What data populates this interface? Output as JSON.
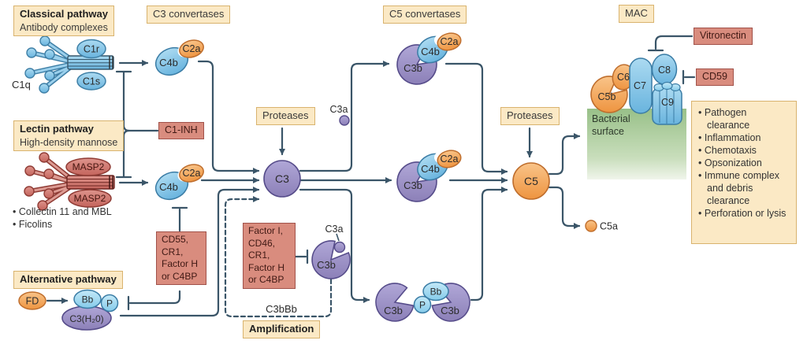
{
  "colors": {
    "label_bg": "#FBE9C5",
    "label_border": "#D9B36E",
    "inhibitor_bg": "#D98C7E",
    "inhibitor_border": "#A1524A",
    "blue": "#7FC2E5",
    "cyan": "#A5DCF2",
    "orange": "#F3A25F",
    "purple": "#968BC1",
    "red_structure": "#CE7A72",
    "arrow": "#3A5568",
    "surface_green": "#9CC48C"
  },
  "pathways": {
    "classical": {
      "title": "Classical pathway",
      "subtitle": "Antibody complexes"
    },
    "lectin": {
      "title": "Lectin pathway",
      "subtitle": "High-density mannose",
      "notes": [
        "Collectin 11 and MBL",
        "Ficolins"
      ]
    },
    "alternative": {
      "title": "Alternative pathway"
    }
  },
  "stages": {
    "c3_convertases": "C3 convertases",
    "c5_convertases": "C5 convertases",
    "mac": "MAC",
    "amplification": "Amplification",
    "c3bbb": "C3bBb",
    "proteases": "Proteases",
    "bacterial_surface": "Bacterial surface"
  },
  "molecules": {
    "c1q": "C1q",
    "c1r": "C1r",
    "c1s": "C1s",
    "masp2": "MASP2",
    "c2a": "C2a",
    "c4b": "C4b",
    "c3": "C3",
    "c3a": "C3a",
    "c3b": "C3b",
    "c5": "C5",
    "c5a": "C5a",
    "c5b": "C5b",
    "c6": "C6",
    "c7": "C7",
    "c8": "C8",
    "c9": "C9",
    "fd": "FD",
    "bb": "Bb",
    "p": "P",
    "c3h2o": "C3(H₂0)"
  },
  "inhibitors": {
    "c1_inh": "C1-INH",
    "c3_convertase_inhibitors": "CD55,\nCR1,\nFactor H\nor C4BP",
    "c3b_inhibitors": "Factor I,\nCD46,\nCR1,\nFactor H\nor C4BP",
    "vitronectin": "Vitronectin",
    "cd59": "CD59"
  },
  "outcomes": [
    "Pathogen clearance",
    "Inflammation",
    "Chemotaxis",
    "Opsonization",
    "Immune complex and debris clearance",
    "Perforation or lysis"
  ]
}
